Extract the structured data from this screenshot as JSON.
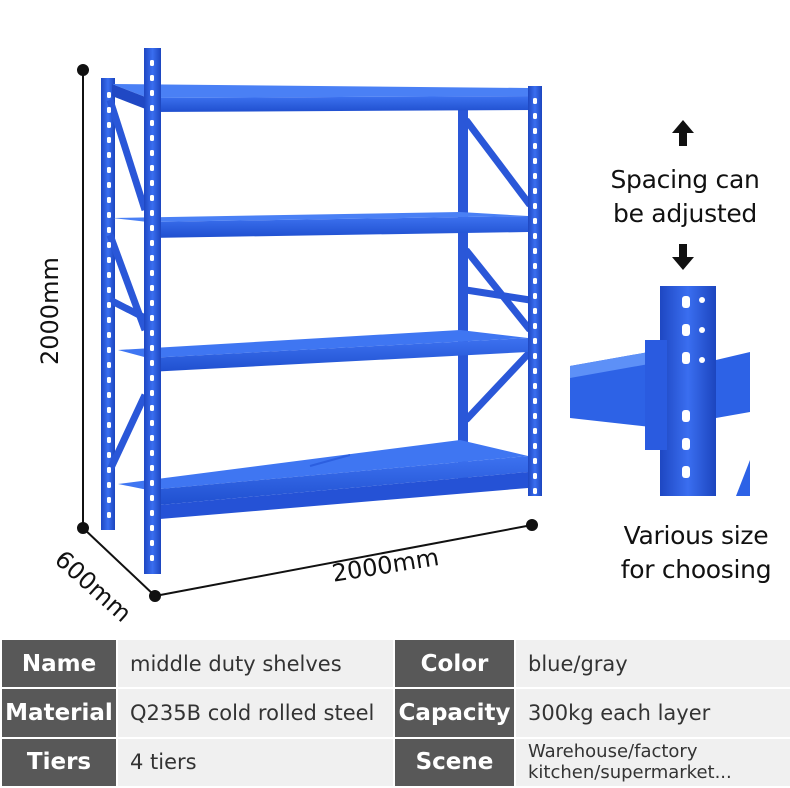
{
  "dimensions": {
    "height": "2000mm",
    "width": "2000mm",
    "depth": "600mm"
  },
  "notes": {
    "spacing_line1": "Spacing can",
    "spacing_line2": "be adjusted",
    "size_line1": "Various size",
    "size_line2": "for choosing"
  },
  "icons": {
    "up": "arrow-up-icon",
    "down": "arrow-down-icon"
  },
  "colors": {
    "shelf_blue": "#2b5fe0",
    "table_header": "#585858",
    "table_cell": "#f0f0f0"
  },
  "specs": {
    "rows": [
      {
        "key1": "Name",
        "val1": "middle duty shelves",
        "key2": "Color",
        "val2": "blue/gray"
      },
      {
        "key1": "Material",
        "val1": "Q235B cold rolled steel",
        "key2": "Capacity",
        "val2": "300kg each layer"
      },
      {
        "key1": "Tiers",
        "val1": "4 tiers",
        "key2": "Scene",
        "val2_line1": "Warehouse/factory",
        "val2_line2": "kitchen/supermarket..."
      }
    ]
  }
}
